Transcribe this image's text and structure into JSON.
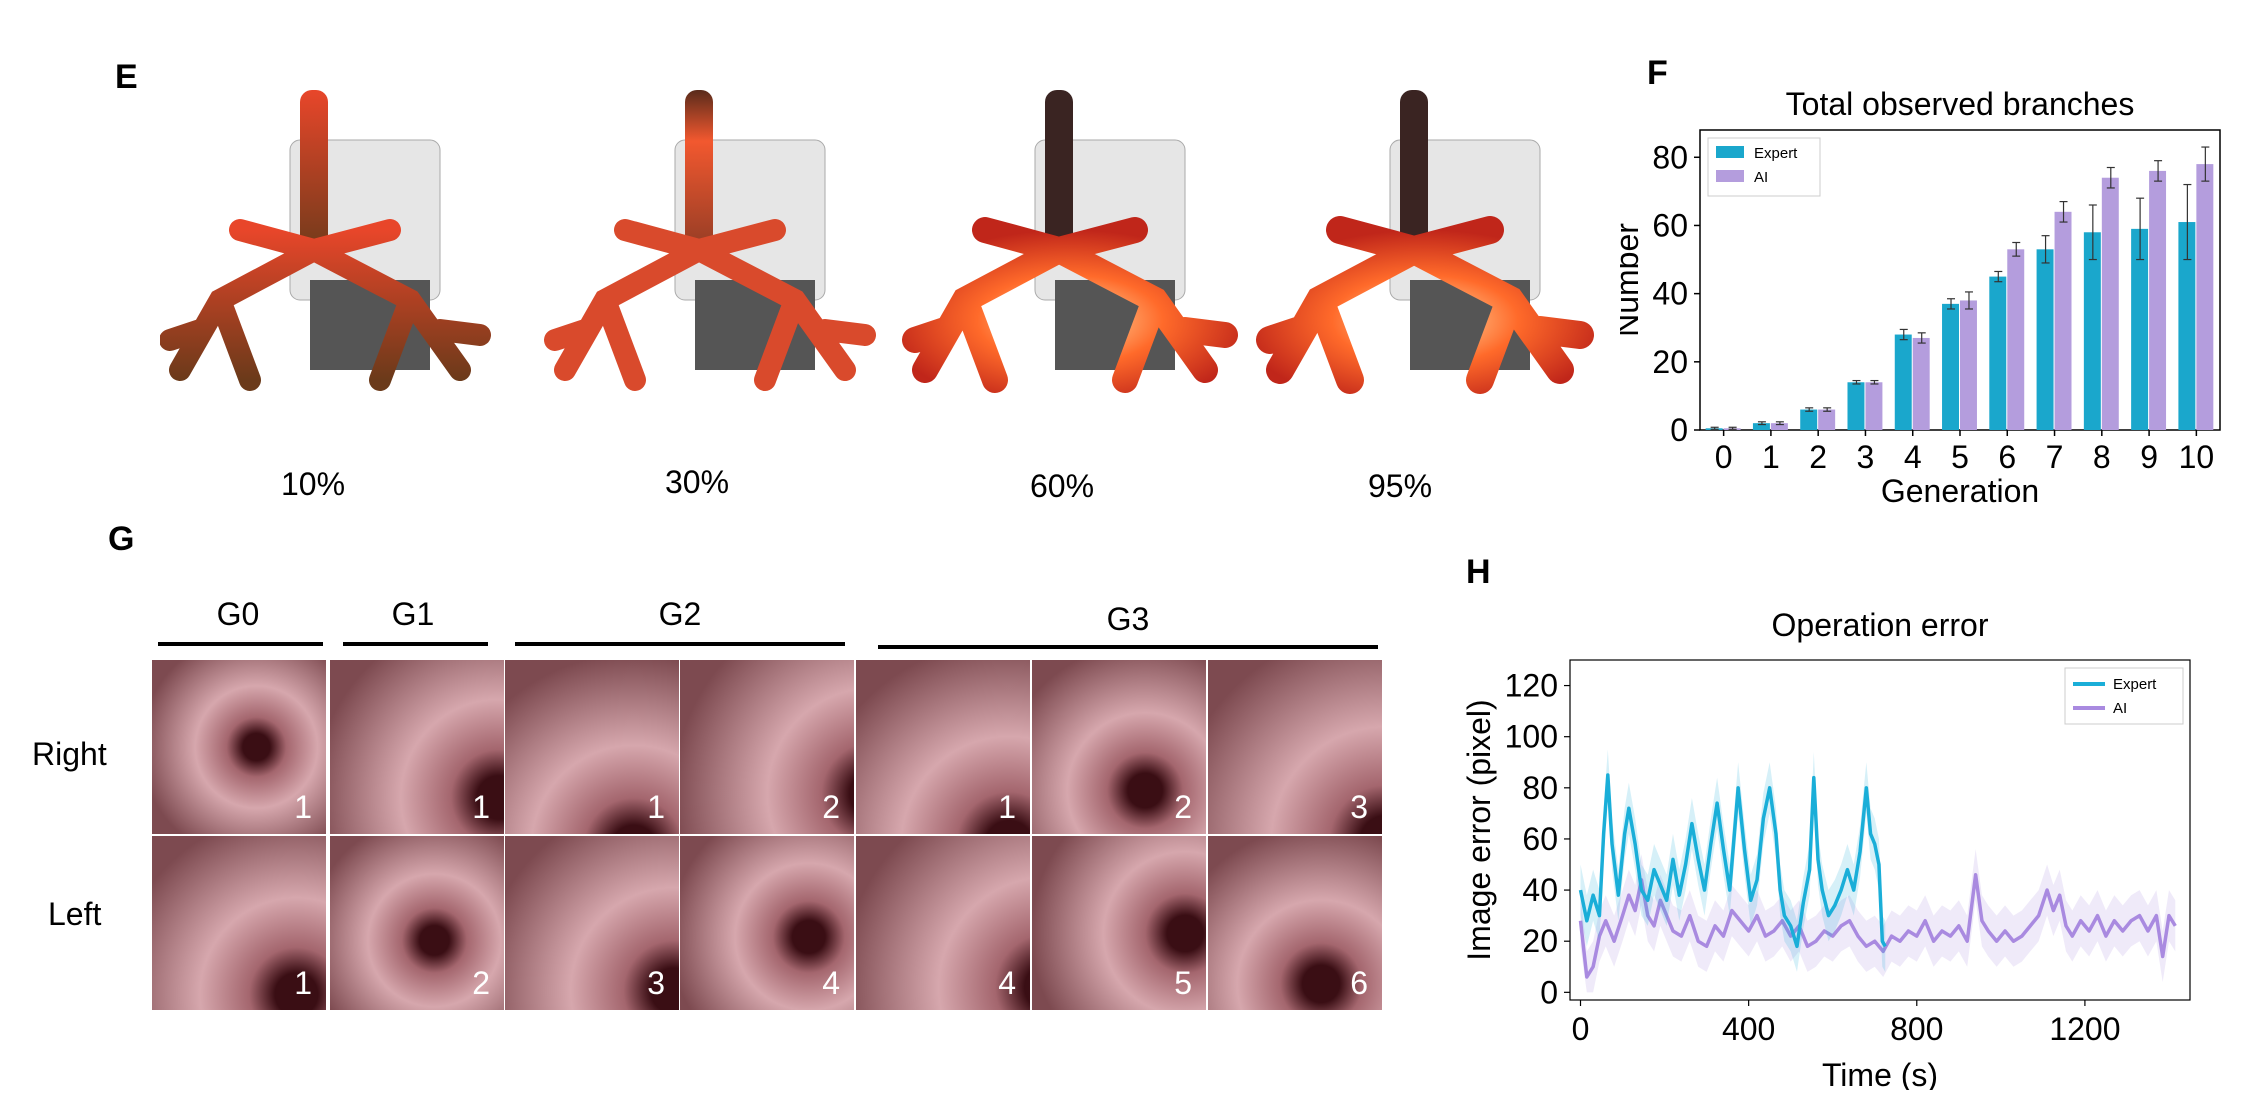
{
  "panels": {
    "E": {
      "letter": "E",
      "labels": [
        "10%",
        "30%",
        "60%",
        "95%"
      ]
    },
    "G": {
      "letter": "G",
      "groups": [
        "G0",
        "G1",
        "G2",
        "G3"
      ],
      "rows": [
        "Right",
        "Left"
      ],
      "right_numbers": [
        "1",
        "1",
        "1",
        "2",
        "1",
        "2",
        "3"
      ],
      "left_numbers": [
        "1",
        "2",
        "3",
        "4",
        "4",
        "5",
        "6"
      ]
    },
    "F": {
      "letter": "F"
    },
    "H": {
      "letter": "H"
    }
  },
  "chart_data": [
    {
      "type": "bar",
      "title": "Total observed branches",
      "xlabel": "Generation",
      "ylabel": "Number",
      "categories": [
        "0",
        "1",
        "2",
        "3",
        "4",
        "5",
        "6",
        "7",
        "8",
        "9",
        "10"
      ],
      "ylim": [
        0,
        88
      ],
      "yticks": [
        0,
        20,
        40,
        60,
        80
      ],
      "legend": "top-left",
      "series": [
        {
          "name": "Expert",
          "color": "#1aa7cc",
          "values": [
            0.5,
            2,
            6,
            14,
            28,
            37,
            45,
            53,
            58,
            59,
            61
          ],
          "errors": [
            0.3,
            0.4,
            0.5,
            0.5,
            1.5,
            1.5,
            1.5,
            4,
            8,
            9,
            11
          ]
        },
        {
          "name": "AI",
          "color": "#b49ddd",
          "values": [
            0.5,
            2,
            6,
            14,
            27,
            38,
            53,
            64,
            74,
            76,
            78
          ],
          "errors": [
            0.3,
            0.4,
            0.5,
            0.5,
            1.5,
            2.5,
            2,
            3,
            3,
            3,
            5
          ]
        }
      ]
    },
    {
      "type": "line",
      "title": "Operation error",
      "xlabel": "Time (s)",
      "ylabel": "Image error (pixel)",
      "xlim": [
        -25,
        1450
      ],
      "ylim": [
        -3,
        130
      ],
      "xticks": [
        0,
        400,
        800,
        1200
      ],
      "yticks": [
        0,
        20,
        40,
        60,
        80,
        100,
        120
      ],
      "legend": "top-right",
      "series": [
        {
          "name": "Expert",
          "color": "#1aaed8",
          "points": [
            [
              0,
              40
            ],
            [
              15,
              28
            ],
            [
              30,
              38
            ],
            [
              45,
              30
            ],
            [
              55,
              62
            ],
            [
              65,
              85
            ],
            [
              75,
              58
            ],
            [
              90,
              38
            ],
            [
              105,
              62
            ],
            [
              115,
              72
            ],
            [
              130,
              58
            ],
            [
              145,
              40
            ],
            [
              160,
              36
            ],
            [
              175,
              48
            ],
            [
              190,
              42
            ],
            [
              205,
              36
            ],
            [
              220,
              52
            ],
            [
              235,
              38
            ],
            [
              250,
              50
            ],
            [
              265,
              66
            ],
            [
              280,
              52
            ],
            [
              295,
              40
            ],
            [
              310,
              58
            ],
            [
              325,
              74
            ],
            [
              340,
              56
            ],
            [
              355,
              40
            ],
            [
              365,
              60
            ],
            [
              375,
              80
            ],
            [
              390,
              56
            ],
            [
              405,
              36
            ],
            [
              420,
              44
            ],
            [
              435,
              68
            ],
            [
              450,
              80
            ],
            [
              465,
              62
            ],
            [
              475,
              40
            ],
            [
              485,
              30
            ],
            [
              500,
              26
            ],
            [
              515,
              18
            ],
            [
              530,
              35
            ],
            [
              545,
              48
            ],
            [
              555,
              84
            ],
            [
              565,
              52
            ],
            [
              575,
              40
            ],
            [
              590,
              30
            ],
            [
              605,
              34
            ],
            [
              620,
              40
            ],
            [
              635,
              48
            ],
            [
              650,
              40
            ],
            [
              665,
              55
            ],
            [
              680,
              80
            ],
            [
              690,
              62
            ],
            [
              700,
              58
            ],
            [
              710,
              50
            ],
            [
              718,
              20
            ],
            [
              725,
              18
            ]
          ]
        },
        {
          "name": "AI",
          "color": "#a98ae0",
          "points": [
            [
              0,
              28
            ],
            [
              15,
              6
            ],
            [
              30,
              10
            ],
            [
              45,
              22
            ],
            [
              60,
              28
            ],
            [
              80,
              20
            ],
            [
              100,
              30
            ],
            [
              115,
              38
            ],
            [
              130,
              32
            ],
            [
              145,
              44
            ],
            [
              160,
              30
            ],
            [
              175,
              26
            ],
            [
              190,
              36
            ],
            [
              205,
              30
            ],
            [
              220,
              24
            ],
            [
              240,
              22
            ],
            [
              260,
              30
            ],
            [
              280,
              20
            ],
            [
              300,
              18
            ],
            [
              320,
              26
            ],
            [
              340,
              22
            ],
            [
              360,
              32
            ],
            [
              380,
              28
            ],
            [
              400,
              24
            ],
            [
              420,
              30
            ],
            [
              440,
              22
            ],
            [
              460,
              24
            ],
            [
              480,
              28
            ],
            [
              500,
              22
            ],
            [
              520,
              26
            ],
            [
              540,
              18
            ],
            [
              560,
              20
            ],
            [
              580,
              24
            ],
            [
              600,
              22
            ],
            [
              620,
              26
            ],
            [
              640,
              28
            ],
            [
              660,
              22
            ],
            [
              680,
              18
            ],
            [
              700,
              20
            ],
            [
              720,
              16
            ],
            [
              740,
              22
            ],
            [
              760,
              20
            ],
            [
              780,
              24
            ],
            [
              800,
              22
            ],
            [
              820,
              28
            ],
            [
              840,
              20
            ],
            [
              860,
              24
            ],
            [
              880,
              22
            ],
            [
              900,
              26
            ],
            [
              920,
              20
            ],
            [
              940,
              46
            ],
            [
              955,
              28
            ],
            [
              970,
              24
            ],
            [
              990,
              20
            ],
            [
              1010,
              24
            ],
            [
              1030,
              20
            ],
            [
              1050,
              22
            ],
            [
              1070,
              26
            ],
            [
              1090,
              30
            ],
            [
              1110,
              40
            ],
            [
              1125,
              32
            ],
            [
              1140,
              38
            ],
            [
              1155,
              26
            ],
            [
              1170,
              22
            ],
            [
              1190,
              28
            ],
            [
              1210,
              24
            ],
            [
              1230,
              30
            ],
            [
              1250,
              22
            ],
            [
              1270,
              28
            ],
            [
              1290,
              24
            ],
            [
              1310,
              28
            ],
            [
              1330,
              30
            ],
            [
              1350,
              24
            ],
            [
              1370,
              30
            ],
            [
              1385,
              14
            ],
            [
              1400,
              30
            ],
            [
              1415,
              26
            ]
          ]
        }
      ]
    }
  ]
}
